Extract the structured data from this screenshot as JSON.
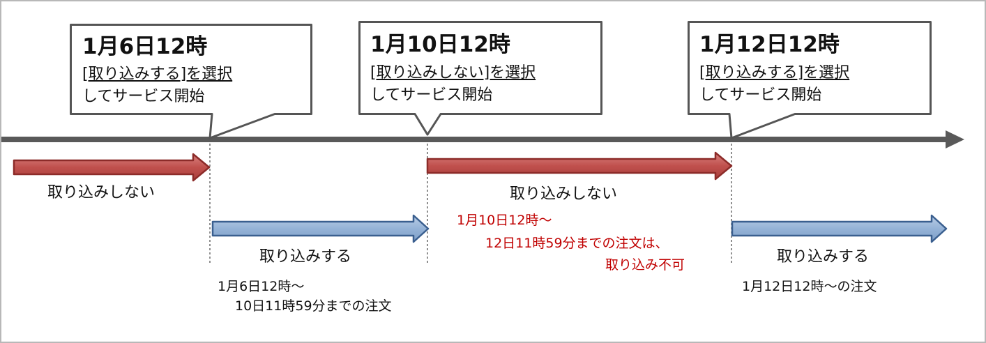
{
  "callouts": [
    {
      "time": "1月6日12時",
      "line1": "[取り込みする]を選択",
      "line2": "してサービス開始"
    },
    {
      "time": "1月10日12時",
      "line1": "[取り込みしない]を選択",
      "line2": "してサービス開始"
    },
    {
      "time": "1月12日12時",
      "line1": "[取り込みする]を選択",
      "line2": "してサービス開始"
    }
  ],
  "segments": [
    {
      "label": "取り込みしない",
      "kind": "off",
      "color": "#c0504d"
    },
    {
      "label": "取り込みする",
      "kind": "on",
      "color": "#95b3d7"
    },
    {
      "label": "取り込みしない",
      "kind": "off",
      "color": "#c0504d"
    },
    {
      "label": "取り込みする",
      "kind": "on",
      "color": "#95b3d7"
    }
  ],
  "notes": [
    {
      "lines": [
        "1月6日12時～",
        "10日11時59分までの注文"
      ],
      "color": "#111111"
    },
    {
      "lines": [
        "1月10日12時～",
        "12日11時59分までの注文は、",
        "取り込み不可"
      ],
      "color": "#c00000"
    },
    {
      "lines": [
        "1月12日12時～の注文"
      ],
      "color": "#111111"
    }
  ],
  "colors": {
    "timeline": "#595959",
    "off_arrow": "#c0504d",
    "on_arrow": "#95b3d7",
    "warning_text": "#c00000"
  }
}
